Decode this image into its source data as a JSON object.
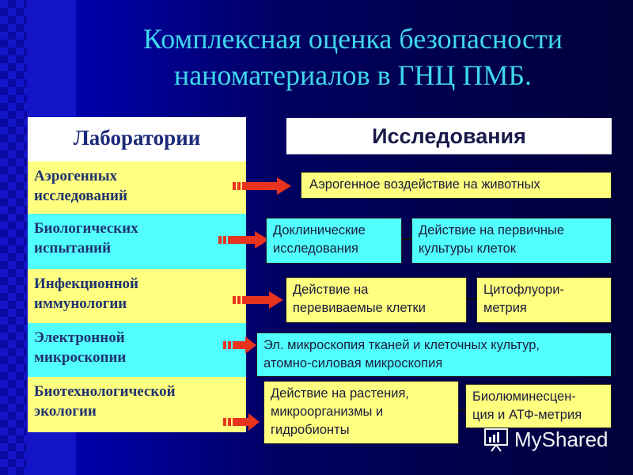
{
  "title_line1": "Комплексная оценка безопасности",
  "title_line2": "наноматериалов в ГНЦ ПМБ.",
  "labs_header": "Лаборатории",
  "research_header": "Исследования",
  "labs": [
    {
      "line1": "Аэрогенных",
      "line2": "исследований"
    },
    {
      "line1": "Биологических",
      "line2": "испытаний"
    },
    {
      "line1": "Инфекционной",
      "line2": "иммунологии"
    },
    {
      "line1": "Электронной",
      "line2": "микроскопии"
    },
    {
      "line1": "Биотехнологической",
      "line2": "экологии"
    }
  ],
  "research": {
    "aerogenic": "Аэрогенное воздействие на животных",
    "preclinical": [
      "Доклинические",
      "исследования"
    ],
    "primary_cultures": [
      "Действие на первичные",
      "культуры клеток"
    ],
    "transplantable": [
      "Действие на",
      "перевиваемые клетки"
    ],
    "cytofluor": [
      "Цитофлуори-",
      "метрия"
    ],
    "em": [
      "Эл. микроскопия тканей и клеточных культур,",
      "атомно-силовая микроскопия"
    ],
    "plants": [
      "Действие на растения,",
      "микроорганизмы и",
      "гидробионты"
    ],
    "biolum": [
      "Биолюминесцен-",
      "ция и АТФ-метрия"
    ]
  },
  "watermark": "MyShared",
  "colors": {
    "title": "#3fd7ec",
    "yellow": "#ffff80",
    "cyan": "#52ffff",
    "arrow": "#e8341e"
  }
}
